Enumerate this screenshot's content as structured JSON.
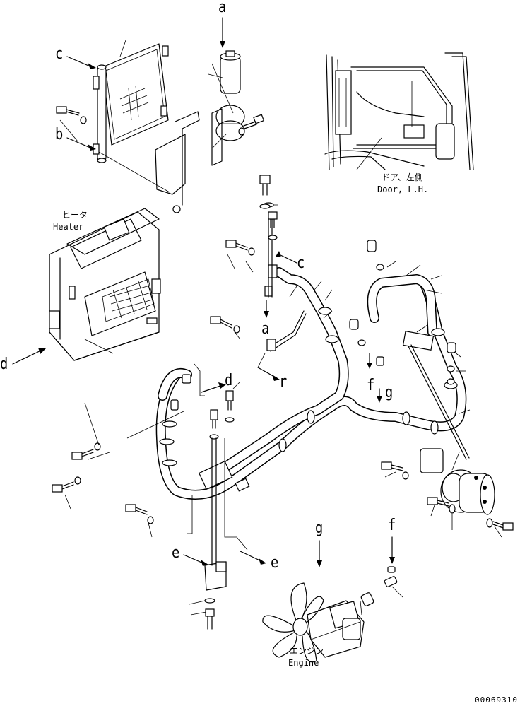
{
  "callouts": {
    "a_top": "a",
    "a_mid": "a",
    "b": "b",
    "c_left": "c",
    "c_mid": "c",
    "d_left": "d",
    "d_mid": "d",
    "e_left": "e",
    "e_right": "e",
    "f_mid": "f",
    "f_low": "f",
    "g_mid": "g",
    "g_low": "g",
    "r": "r"
  },
  "labels": {
    "heater_jp": "ヒータ",
    "heater_en": "Heater",
    "door_jp": "ドア、左側",
    "door_en": "Door, L.H.",
    "engine_jp": "エンジン",
    "engine_en": "Engine"
  },
  "figure_code": "00069310"
}
